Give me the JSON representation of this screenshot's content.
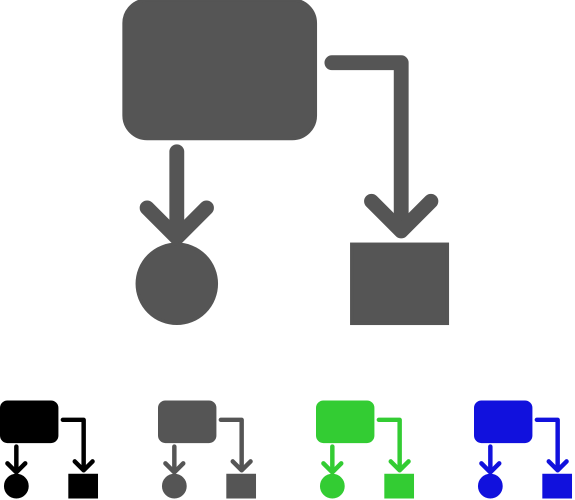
{
  "icon": {
    "name": "flowchart-icon",
    "main_color": "#555555"
  },
  "variants": [
    {
      "name": "black",
      "color": "#000000"
    },
    {
      "name": "gray",
      "color": "#555555"
    },
    {
      "name": "green",
      "color": "#33cc33"
    },
    {
      "name": "blue",
      "color": "#1111dd"
    }
  ]
}
